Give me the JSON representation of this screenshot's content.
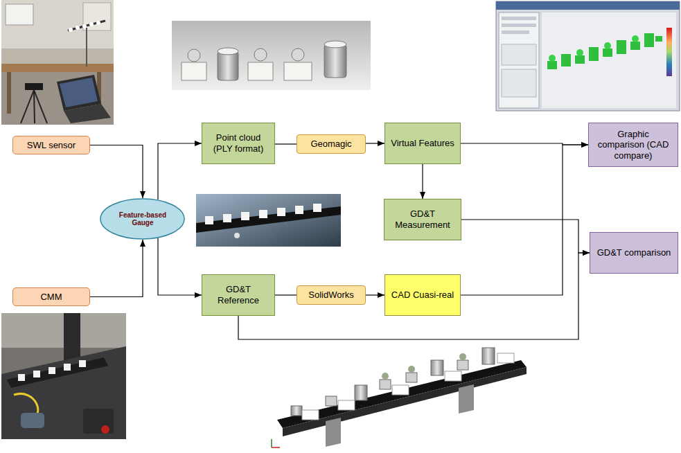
{
  "diagram": {
    "nodes": [
      {
        "text": [
          "SWL sensor"
        ]
      },
      {
        "text": [
          "CMM"
        ]
      },
      {
        "text": [
          "Feature-based Gauge"
        ]
      },
      {
        "text": [
          "Point cloud (PLY format)"
        ]
      },
      {
        "text": [
          "Geomagic"
        ]
      },
      {
        "text": [
          "Virtual Features"
        ]
      },
      {
        "text": [
          "Graphic comparison (CAD compare)"
        ]
      },
      {
        "text": [
          "GD&T Measurement"
        ]
      },
      {
        "text": [
          "GD&T comparison"
        ]
      },
      {
        "text": [
          "GD&T Reference"
        ]
      },
      {
        "text": [
          "SolidWorks"
        ]
      },
      {
        "text": [
          "CAD Cuasi-real"
        ]
      }
    ],
    "edges": [
      {
        "from": 0,
        "to": 2,
        "arrow": "to"
      },
      {
        "from": 1,
        "to": 2,
        "arrow": "to"
      },
      {
        "from": 2,
        "to": 3,
        "arrow": "to"
      },
      {
        "from": 2,
        "to": 9,
        "arrow": "to"
      },
      {
        "from": 3,
        "to": 4,
        "arrow": "none"
      },
      {
        "from": 4,
        "to": 5,
        "arrow": "to"
      },
      {
        "from": 5,
        "to": 7,
        "arrow": "to"
      },
      {
        "from": 5,
        "to": 6,
        "arrow": "to"
      },
      {
        "from": 11,
        "to": 6,
        "arrow": "to"
      },
      {
        "from": 7,
        "to": 8,
        "arrow": "to"
      },
      {
        "from": 9,
        "to": 8,
        "arrow": "to"
      },
      {
        "from": 9,
        "to": 10,
        "arrow": "none"
      },
      {
        "from": 10,
        "to": 11,
        "arrow": "to"
      }
    ]
  }
}
